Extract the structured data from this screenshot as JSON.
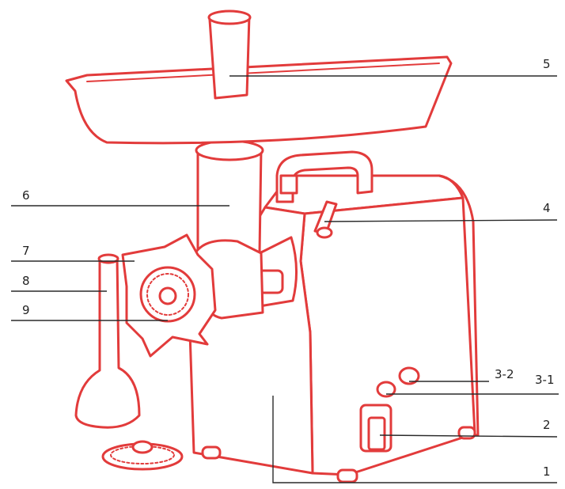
{
  "colors": {
    "outline": "#e23b3b",
    "leader": "#2a2a2a",
    "text": "#222222"
  },
  "callouts": {
    "c5": "5",
    "c6": "6",
    "c4": "4",
    "c7": "7",
    "c8": "8",
    "c9": "9",
    "c3_2": "3-2",
    "c3_1": "3-1",
    "c2": "2",
    "c1": "1"
  }
}
